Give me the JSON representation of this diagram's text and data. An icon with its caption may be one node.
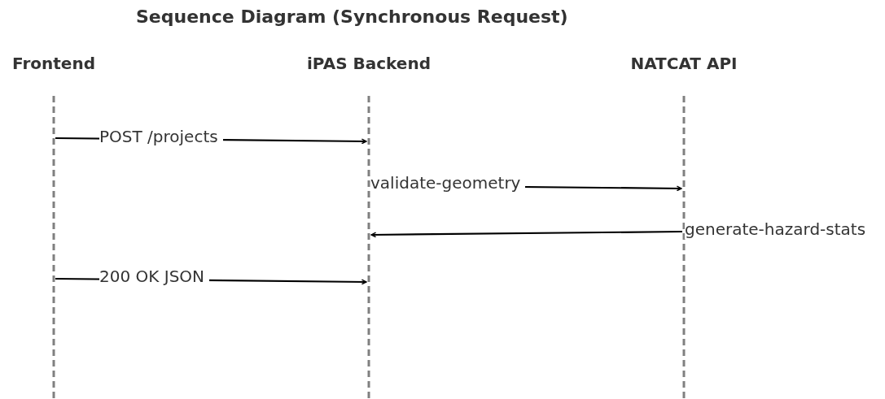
{
  "diagram": {
    "title": "Sequence Diagram (Synchronous Request)",
    "nodes": [
      {
        "text": [
          "Frontend"
        ]
      },
      {
        "text": [
          "iPAS Backend"
        ]
      },
      {
        "text": [
          "NATCAT API"
        ]
      }
    ],
    "edges": [
      {
        "from": 0,
        "to": 1,
        "arrow": "to",
        "label": "POST /projects"
      },
      {
        "from": 1,
        "to": 2,
        "arrow": "to",
        "label": "validate-geometry"
      },
      {
        "from": 2,
        "to": 1,
        "arrow": "to",
        "label": "generate-hazard-stats"
      },
      {
        "from": 0,
        "to": 1,
        "arrow": "to",
        "label": "200 OK JSON"
      }
    ]
  }
}
